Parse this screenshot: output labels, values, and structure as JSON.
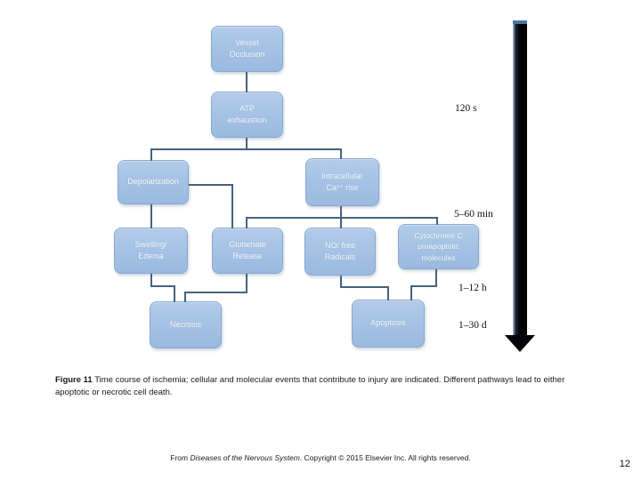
{
  "diagram": {
    "nodes": [
      {
        "id": "vessel-occlusion",
        "label": "Vessel\nOcclusion"
      },
      {
        "id": "atp-exhaustion",
        "label": "ATP\nexhaustion"
      },
      {
        "id": "depolarization",
        "label": "Depolarization"
      },
      {
        "id": "intracellular-ca-rise",
        "label": "Intracellular\nCa²⁺ rise"
      },
      {
        "id": "swelling-edema",
        "label": "Swelling/\nEdema"
      },
      {
        "id": "glutamate-release",
        "label": "Glutamate\nRelease"
      },
      {
        "id": "no-free-radicals",
        "label": "NO/ free\nRadicals"
      },
      {
        "id": "cytochrome-c",
        "label": "Cytochrome C\nproapoptotic\nmolecules"
      },
      {
        "id": "necrosis",
        "label": "Necrosis"
      },
      {
        "id": "apoptosis",
        "label": "Apoptosis"
      }
    ],
    "time_labels": [
      {
        "text": "120 s"
      },
      {
        "text": "5–60 min"
      },
      {
        "text": "1–12 h"
      },
      {
        "text": "1–30 d"
      }
    ],
    "colors": {
      "node_fill": "#a4c1e3",
      "node_border": "#8aa8cf",
      "node_text": "#f6f9fc",
      "connector": "#45627f",
      "timeline_arrow": "#000000",
      "timeline_arrow_cap": "#4f74a4"
    }
  },
  "caption": {
    "label": "Figure 11",
    "text": "Time course of ischemia; cellular and molecular events that contribute to injury are indicated. Different pathways lead to either apoptotic or necrotic cell death."
  },
  "credit": {
    "prefix": "From",
    "source": "Diseases of the Nervous System",
    "suffix": ". Copyright © 2015 Elsevier Inc. All rights reserved."
  },
  "page_number": "12"
}
